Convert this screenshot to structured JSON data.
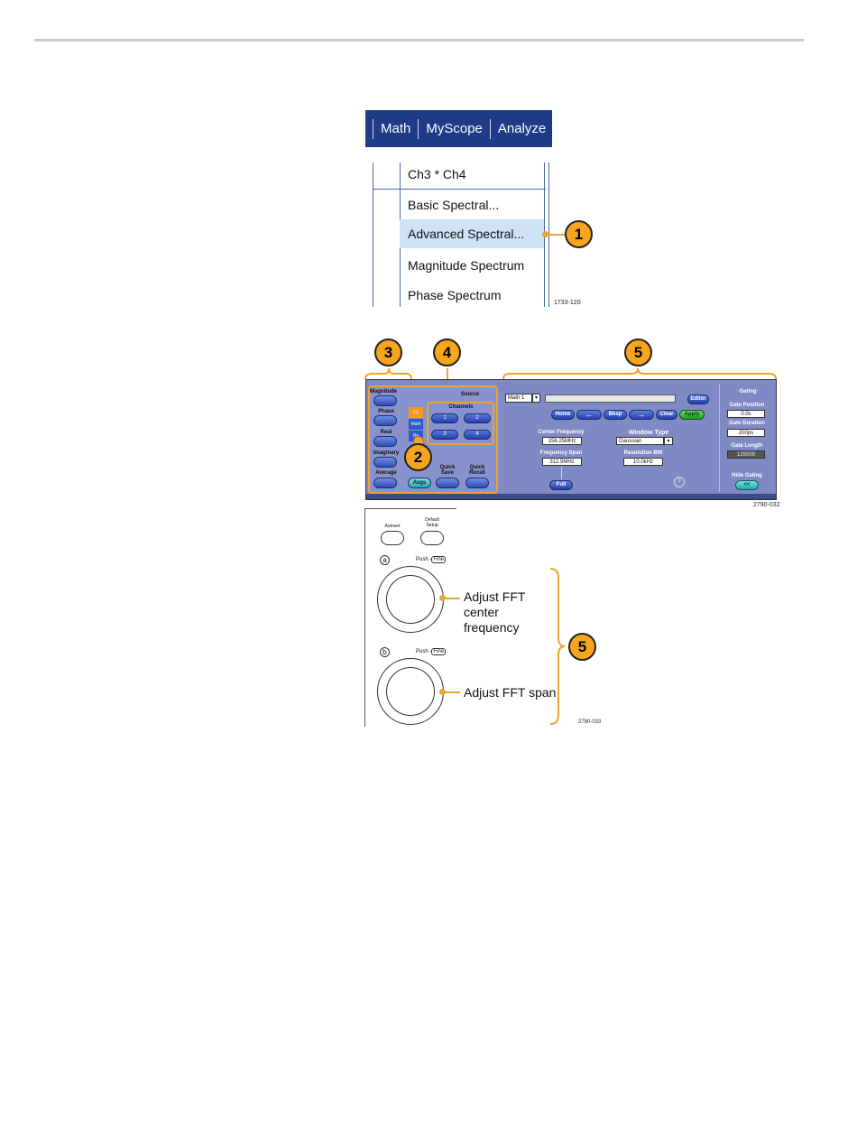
{
  "menubar": {
    "items": [
      "Math",
      "MyScope",
      "Analyze"
    ]
  },
  "dropdown": {
    "items": [
      "Ch3 * Ch4",
      "Basic Spectral...",
      "Advanced Spectral...",
      "Magnitude Spectrum",
      "Phase Spectrum"
    ],
    "highlighted_index": 2
  },
  "figure_ids": {
    "menu": "1733-120",
    "panel": "2790-032",
    "knobs": "2790-033"
  },
  "callouts": {
    "c1": "1",
    "c2": "2",
    "c3": "3",
    "c4": "4",
    "c5": "5",
    "c5b": "5"
  },
  "panel": {
    "left_buttons": [
      "Magnitude",
      "Phase",
      "Real",
      "Imaginary",
      "Average"
    ],
    "source_label": "Source",
    "channels_label": "Channels",
    "source_options": [
      "Ch",
      "Math",
      "Re"
    ],
    "channels": [
      "1",
      "2",
      "3",
      "4"
    ],
    "avgs_label": "Avgs",
    "quick_save": "Quick Save",
    "quick_recall": "Quick Recall",
    "math_select": "Math 1",
    "editor": "Editor",
    "keys": [
      "Home",
      "←",
      "Bksp",
      "→",
      "Clear",
      "Apply"
    ],
    "center_frequency_label": "Center Frequency",
    "center_frequency": "156.25MHz",
    "window_type_label": "Window Type",
    "window_type": "Gaussian",
    "frequency_span_label": "Frequency Span",
    "frequency_span": "312.5MHz",
    "resolution_bw_label": "Resolution BW",
    "resolution_bw": "10.0kHz",
    "full": "Full",
    "help": "?",
    "gating": {
      "title": "Gating",
      "gate_position_label": "Gate Position",
      "gate_position": "0.0s",
      "gate_duration_label": "Gate Duration",
      "gate_duration": "200ps",
      "gate_length_label": "Gate Length",
      "gate_length": "125000",
      "hide_gating": "Hide Gating",
      "hide_button": "<<"
    }
  },
  "front_panel": {
    "autoset": "Autoset",
    "default_setup": "Default Setup",
    "knob_a_letter": "a",
    "knob_b_letter": "b",
    "push_fine": "Push -",
    "fine": "Fine",
    "adjust_center": "Adjust FFT center frequency",
    "adjust_span": "Adjust FFT span"
  },
  "colors": {
    "menubar": "#1d3b86",
    "highlight": "#cfe3f7",
    "callout": "#f7a51c",
    "panel": "#7f89c4",
    "bracket": "#f0a22a"
  }
}
